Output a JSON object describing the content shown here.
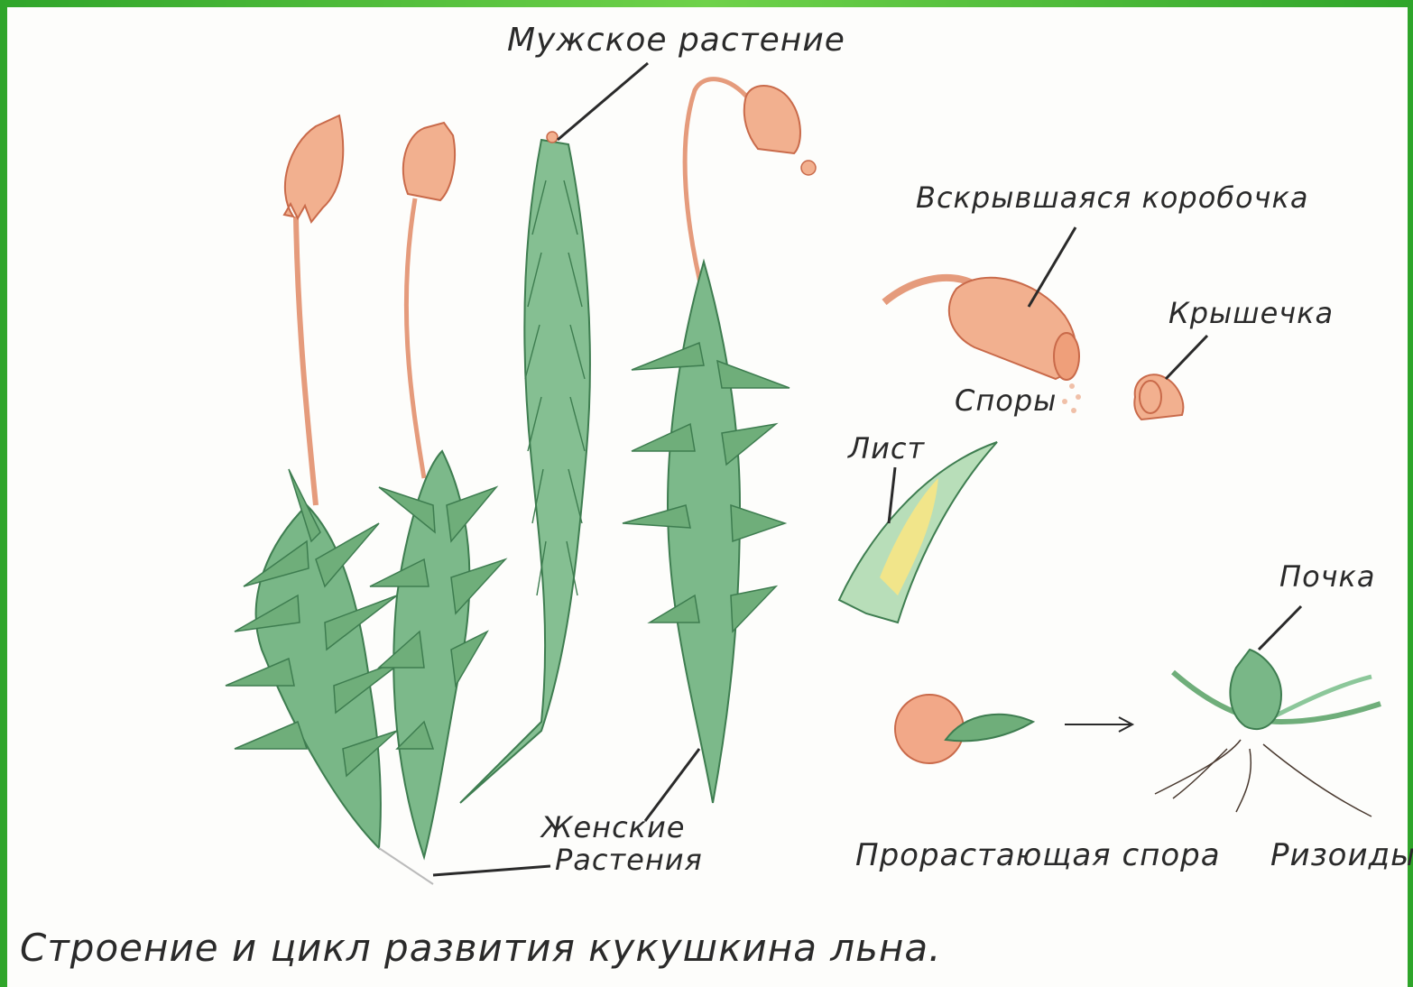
{
  "labels": {
    "male_plant": "Мужское растение",
    "opened_capsule": "Вскрывшаяся коробочка",
    "lid": "Крышечка",
    "spores": "Споры",
    "leaf": "Лист",
    "bud": "Почка",
    "female_plants_line1": "Женские",
    "female_plants_line2": "Растения",
    "germinating_spore": "Прорастающая спора",
    "rhizoids": "Ризоиды"
  },
  "title": "Строение и цикл развития кукушкина льна.",
  "colors": {
    "frame": "#3fb53a",
    "leaf_green": "#6fae7a",
    "leaf_dark": "#3e7d50",
    "capsule": "#f0a27e",
    "capsule_edge": "#c96a4a",
    "leaf_yellow": "#f1e58a",
    "ink": "#2a2a2a"
  }
}
